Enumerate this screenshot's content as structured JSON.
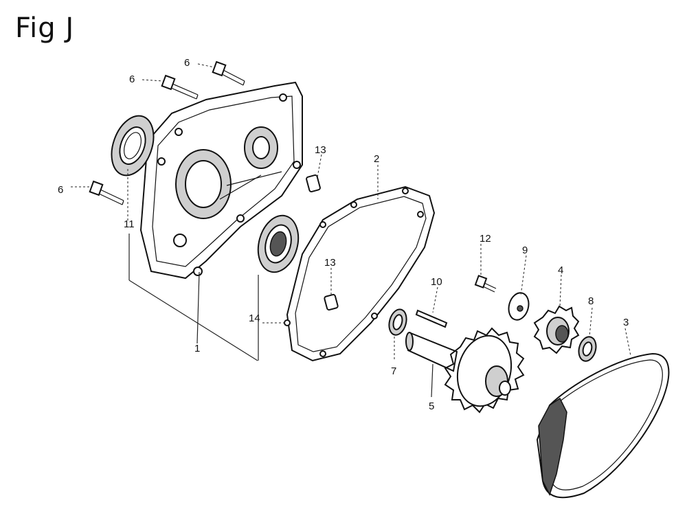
{
  "figure": {
    "title": "Fig J"
  },
  "callouts": {
    "c1": "1",
    "c2": "2",
    "c3": "3",
    "c4": "4",
    "c5": "5",
    "c6a": "6",
    "c6b": "6",
    "c6c": "6",
    "c7": "7",
    "c8": "8",
    "c9": "9",
    "c10": "10",
    "c11": "11",
    "c12": "12",
    "c13a": "13",
    "c13b": "13",
    "c14": "14"
  }
}
